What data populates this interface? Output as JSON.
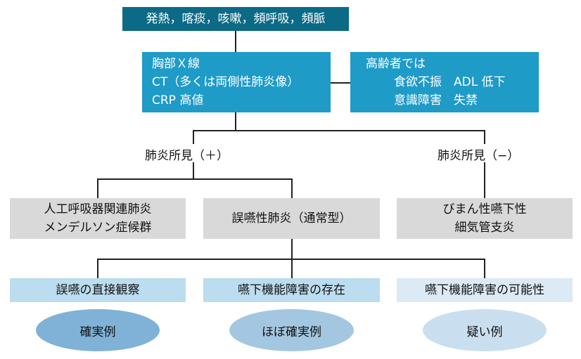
{
  "symptoms": "発熱，喀痰，咳嗽，頻呼吸，頻脈",
  "exam": {
    "line1": "胸部Ｘ線",
    "line2": "CT（多くは両側性肺炎像）",
    "line3": "CRP 高値"
  },
  "elderly": {
    "heading": "高齢者では",
    "line1": "食欲不振　ADL 低下",
    "line2": "意識障害　失禁"
  },
  "branch_positive": "肺炎所見（＋）",
  "branch_negative": "肺炎所見（−）",
  "vap": {
    "line1": "人工呼吸器関連肺炎",
    "line2": "メンデルソン症候群"
  },
  "aspiration": "誤嚥性肺炎（通常型）",
  "bronchiolitis": {
    "line1": "びまん性嚥下性",
    "line2": "細気管支炎"
  },
  "criteria": [
    {
      "label": "誤嚥の直接観察",
      "result": "確実例"
    },
    {
      "label": "嚥下機能障害の存在",
      "result": "ほぼ確実例"
    },
    {
      "label": "嚥下機能障害の可能性",
      "result": "疑い例"
    }
  ],
  "colors": {
    "dark_teal": "#0b6a85",
    "blue": "#1f9bc7",
    "gray": "#d9d9d9",
    "light_blue": "#bcdcef",
    "ellipse": "#7fb2d6"
  }
}
